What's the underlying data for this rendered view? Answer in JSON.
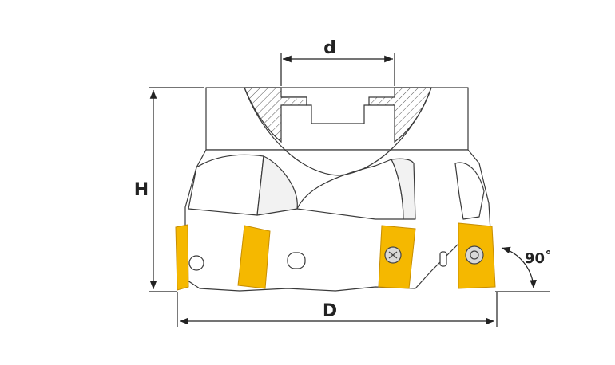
{
  "dimensions": {
    "bore_label": "d",
    "height_label": "H",
    "diameter_label": "D",
    "angle_label": "90˚"
  },
  "colors": {
    "outline": "#3a3a3a",
    "insert": "#f5b800",
    "insert_edge": "#c78d00",
    "screw": "#d8d8d8",
    "hatch": "#555555",
    "background": "#ffffff"
  }
}
